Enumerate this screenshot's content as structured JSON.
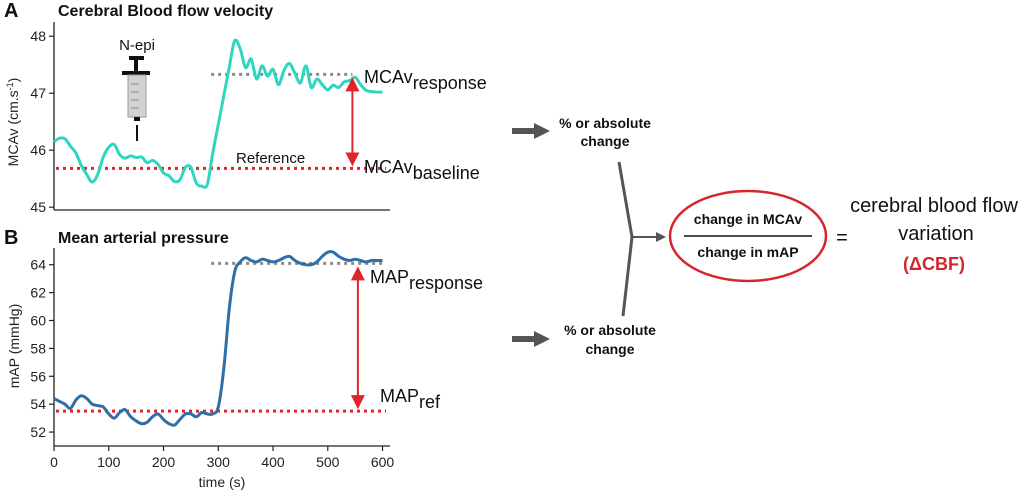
{
  "panel_a": {
    "letter": "A",
    "title": "Cerebral Blood flow velocity",
    "ylabel": "MCAv (cm.s",
    "ylabel_sup": "-1",
    "ylabel_close": ")",
    "syringe_label": "N-epi",
    "reference_label": "Reference",
    "response_main": "MCAv",
    "response_sub": "response",
    "baseline_main": "MCAv",
    "baseline_sub": "baseline"
  },
  "panel_b": {
    "letter": "B",
    "title": "Mean arterial pressure",
    "ylabel": "mAP (mmHg)",
    "xlabel": "time (s)",
    "response_main": "MAP",
    "response_sub": "response",
    "ref_main": "MAP",
    "ref_sub": "ref"
  },
  "flow": {
    "top_change_line1": "% or absolute",
    "top_change_line2": "change",
    "bottom_change_line1": "% or absolute",
    "bottom_change_line2": "change",
    "numerator": "change in MCAv",
    "denominator": "change in mAP",
    "equals": "=",
    "result_line1": "cerebral blood flow",
    "result_line2": "variation",
    "result_symbol": "(ΔCBF)"
  },
  "colors": {
    "mcav_line": "#2fd6bf",
    "map_line": "#2f6ea6",
    "baseline_dotted": "#e0242a",
    "response_dotted": "#8a8a8a",
    "arrow_red": "#e0242a",
    "ellipse": "#d6262c",
    "flow_arrow": "#555555"
  },
  "chart_data": [
    {
      "type": "line",
      "title": "Cerebral Blood flow velocity",
      "xlabel": "",
      "ylabel": "MCAv (cm.s-1)",
      "xlim": [
        0,
        610
      ],
      "ylim": [
        44.95,
        48.25
      ],
      "yticks": [
        45,
        46,
        47,
        48
      ],
      "grid": false,
      "baseline": 45.68,
      "response_level": 47.33,
      "response_from_x": 287,
      "series": [
        {
          "x": [
            0,
            10,
            20,
            30,
            40,
            50,
            60,
            70,
            80,
            90,
            100,
            110,
            120,
            130,
            140,
            150,
            160,
            170,
            180,
            190,
            200,
            210,
            220,
            230,
            240,
            250,
            260,
            270,
            280,
            290,
            300,
            310,
            320,
            330,
            340,
            350,
            360,
            370,
            380,
            390,
            400,
            410,
            420,
            430,
            440,
            450,
            460,
            470,
            480,
            490,
            500,
            510,
            520,
            530,
            540,
            550,
            560,
            570,
            580,
            590,
            600
          ],
          "y": [
            46.15,
            46.21,
            46.2,
            46.07,
            45.95,
            45.73,
            45.57,
            45.44,
            45.58,
            45.88,
            46.05,
            46.1,
            45.92,
            45.86,
            45.9,
            45.87,
            45.88,
            45.78,
            45.82,
            45.75,
            45.6,
            45.55,
            45.45,
            45.48,
            45.7,
            45.7,
            45.42,
            45.37,
            45.4,
            45.95,
            46.45,
            46.95,
            47.45,
            47.92,
            47.78,
            47.45,
            47.6,
            47.25,
            47.48,
            47.3,
            47.42,
            47.15,
            47.4,
            47.52,
            47.35,
            47.18,
            47.48,
            47.1,
            47.25,
            47.15,
            47.06,
            47.14,
            47.1,
            47.2,
            47.22,
            47.28,
            47.15,
            47.05,
            47.03,
            47.02,
            47.02
          ]
        }
      ]
    },
    {
      "type": "line",
      "title": "Mean arterial pressure",
      "xlabel": "time (s)",
      "ylabel": "mAP (mmHg)",
      "xlim": [
        0,
        610
      ],
      "ylim": [
        51,
        65.2
      ],
      "xticks": [
        0,
        100,
        200,
        300,
        400,
        500,
        600
      ],
      "yticks": [
        52,
        54,
        56,
        58,
        60,
        62,
        64
      ],
      "grid": false,
      "baseline": 53.5,
      "response_level": 64.1,
      "response_from_x": 287,
      "series": [
        {
          "x": [
            0,
            10,
            20,
            30,
            40,
            50,
            60,
            70,
            80,
            90,
            100,
            110,
            120,
            130,
            140,
            150,
            160,
            170,
            180,
            190,
            200,
            210,
            220,
            230,
            240,
            250,
            260,
            270,
            280,
            290,
            300,
            310,
            320,
            330,
            340,
            350,
            360,
            370,
            380,
            390,
            400,
            410,
            420,
            430,
            440,
            450,
            460,
            470,
            480,
            490,
            500,
            510,
            520,
            530,
            540,
            550,
            560,
            570,
            580,
            590,
            600
          ],
          "y": [
            54.4,
            54.2,
            54.0,
            53.7,
            54.3,
            54.6,
            54.4,
            54.0,
            53.9,
            53.8,
            53.3,
            53.0,
            53.4,
            53.6,
            53.1,
            52.8,
            52.6,
            52.7,
            53.1,
            53.3,
            52.9,
            52.6,
            52.5,
            52.9,
            53.3,
            53.3,
            53.1,
            53.4,
            53.3,
            53.3,
            53.8,
            56.5,
            60.8,
            63.5,
            64.2,
            64.5,
            64.3,
            64.2,
            64.4,
            64.3,
            64.2,
            64.3,
            64.5,
            64.6,
            64.3,
            64.1,
            64.0,
            64.0,
            64.2,
            64.6,
            64.9,
            64.9,
            64.6,
            64.4,
            64.3,
            64.4,
            64.3,
            64.2,
            64.3,
            64.3,
            64.3
          ]
        }
      ]
    }
  ]
}
